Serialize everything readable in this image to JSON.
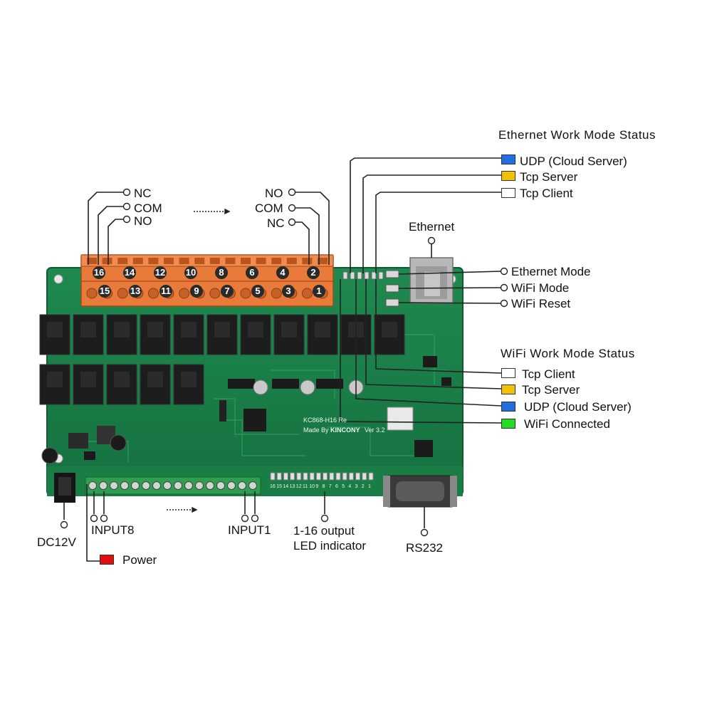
{
  "terminal_left": {
    "nc": "NC",
    "com": "COM",
    "no": "NO"
  },
  "terminal_right": {
    "no": "NO",
    "com": "COM",
    "nc": "NC"
  },
  "relay_numbers_top": [
    "16",
    "14",
    "12",
    "10",
    "8",
    "6",
    "4",
    "2"
  ],
  "relay_numbers_bottom": [
    "15",
    "13",
    "11",
    "9",
    "7",
    "5",
    "3",
    "1"
  ],
  "ethernet_status": {
    "title": "Ethernet Work Mode Status",
    "items": [
      {
        "label": "UDP (Cloud Server)",
        "color": "#1f6fe0"
      },
      {
        "label": "Tcp Server",
        "color": "#f2c200"
      },
      {
        "label": "Tcp Client",
        "color": "#ffffff"
      }
    ]
  },
  "ethernet_port_label": "Ethernet",
  "buttons": [
    "Ethernet Mode",
    "WiFi Mode",
    "WiFi Reset"
  ],
  "wifi_status": {
    "title": "WiFi Work Mode Status",
    "items": [
      {
        "label": "Tcp Client",
        "color": "#ffffff"
      },
      {
        "label": "Tcp Server",
        "color": "#f2c200"
      },
      {
        "label": "UDP (Cloud Server)",
        "color": "#1f6fe0"
      },
      {
        "label": "WiFi Connected",
        "color": "#22dd22"
      }
    ]
  },
  "bottom_labels": {
    "dc": "DC12V",
    "input8": "INPUT8",
    "input1": "INPUT1",
    "led_line1": "1-16 output",
    "led_line2": "LED indicator",
    "rs232": "RS232"
  },
  "power": {
    "label": "Power",
    "color": "#e01010"
  },
  "board_text": {
    "model": "KC868-H16 Re",
    "made_by": "Made By",
    "brand": "KINCONY",
    "version": "Ver 3.2"
  },
  "led_numbers": [
    "16",
    "15",
    "14",
    "13",
    "12",
    "11",
    "10",
    "9",
    "8",
    "7",
    "6",
    "5",
    "4",
    "3",
    "2",
    "1"
  ]
}
